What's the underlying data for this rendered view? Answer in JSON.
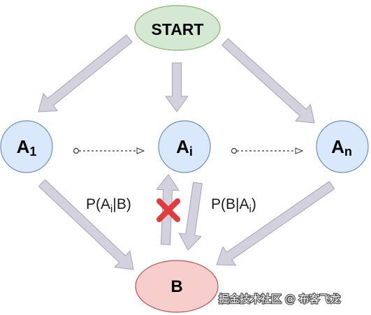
{
  "nodes": {
    "start": {
      "label": "START",
      "fill": "#d5e8d4",
      "stroke": "#82b366"
    },
    "a1": {
      "label": "A",
      "sub": "1",
      "fill": "#dae8fc",
      "stroke": "#6c8ebf"
    },
    "ai": {
      "label": "A",
      "sub": "i",
      "fill": "#dae8fc",
      "stroke": "#6c8ebf"
    },
    "an": {
      "label": "A",
      "sub": "n",
      "fill": "#dae8fc",
      "stroke": "#6c8ebf"
    },
    "b": {
      "label": "B",
      "fill": "#f8cecc",
      "stroke": "#b85450"
    }
  },
  "edge_labels": {
    "left": {
      "prefix": "P(A",
      "sub": "i",
      "suffix": "|B)"
    },
    "right": {
      "prefix": "P(B|A",
      "sub": "i",
      "suffix": ")"
    }
  },
  "colors": {
    "arrow_fill": "#d4d1de",
    "arrow_stroke": "#a7a3b5",
    "cross": "#e03c3c",
    "dotted_line": "#333333"
  },
  "icons": {
    "cross": "x-mark-icon"
  },
  "watermark": "掘金技术社区 @ 布客飞龙"
}
